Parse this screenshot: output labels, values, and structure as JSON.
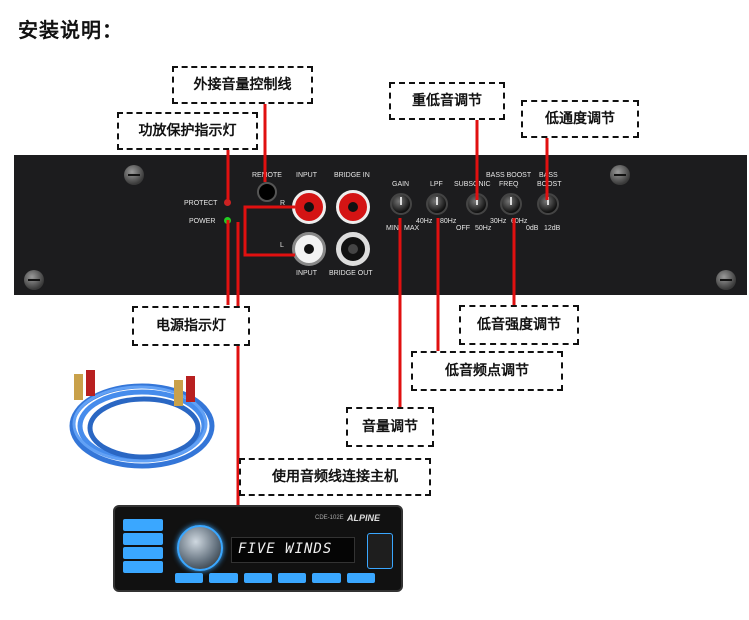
{
  "title": "安装说明：",
  "callouts": {
    "remote_line": "外接音量控制线",
    "protect_light": "功放保护指示灯",
    "bass_adjust": "重低音调节",
    "lowpass_adjust": "低通度调节",
    "power_light": "电源指示灯",
    "bass_strength": "低音强度调节",
    "bass_freq": "低音频点调节",
    "volume": "音量调节",
    "connect_host": "使用音频线连接主机"
  },
  "panel": {
    "protect": "PROTECT",
    "power": "POWER",
    "remote": "REMOTE",
    "input_top": "INPUT",
    "bridge_in": "BRIDGE IN",
    "r": "R",
    "l": "L",
    "input_bottom": "INPUT",
    "bridge_out": "BRIDGE OUT",
    "gain": "GAIN",
    "min": "MIN",
    "max": "MAX",
    "lpf": "LPF",
    "hz40": "40Hz",
    "hz80": "80Hz",
    "subsonic": "SUBSONIC",
    "off": "OFF",
    "hz50": "50Hz",
    "bass_boost_freq_1": "BASS BOOST",
    "bass_boost_freq_2": "FREQ",
    "hz30": "30Hz",
    "hz60": "60Hz",
    "bass_boost_1": "BASS",
    "bass_boost_2": "BOOST",
    "db0": "0dB",
    "db12": "12dB"
  },
  "radio": {
    "display": "FIVE WINDS",
    "brand": "ALPINE",
    "model": "CDE-102E"
  },
  "colors": {
    "line": "#e01010",
    "panel": "#1c1c1e",
    "cable": "#2a6fd6"
  }
}
